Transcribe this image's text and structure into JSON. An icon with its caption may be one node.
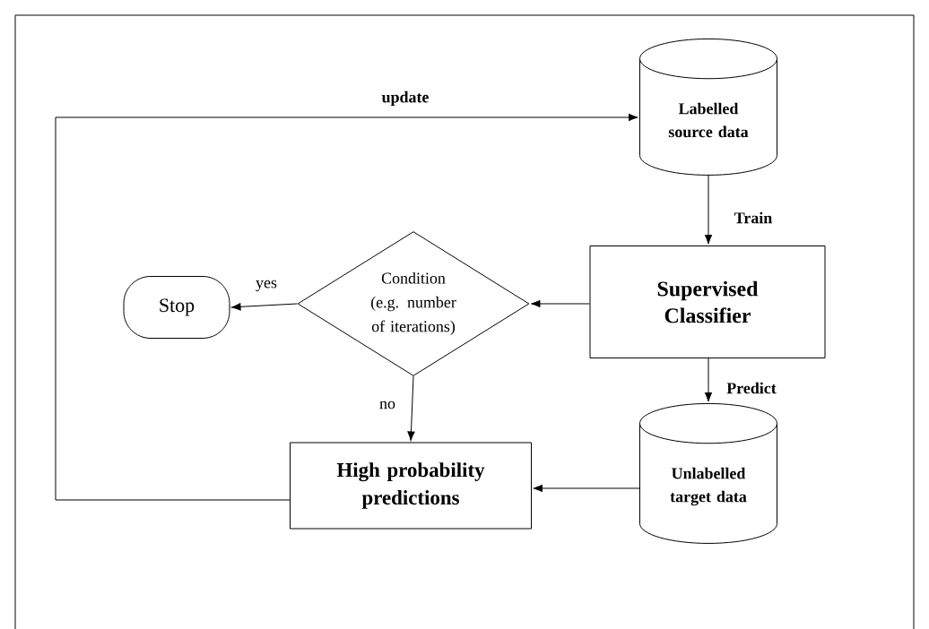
{
  "diagram": {
    "nodes": [
      {
        "text": [
          "Labelled source data"
        ]
      },
      {
        "text": [
          "Supervised Classifier"
        ]
      },
      {
        "text": [
          "Condition (e.g. number of iterations)"
        ]
      },
      {
        "text": [
          "Stop"
        ]
      },
      {
        "text": [
          "High probability predictions"
        ]
      },
      {
        "text": [
          "Unlabelled target data"
        ]
      }
    ],
    "edges": [
      {
        "from": 0,
        "to": 1,
        "arrow": "to",
        "label": "Train"
      },
      {
        "from": 1,
        "to": 2,
        "arrow": "to"
      },
      {
        "from": 2,
        "to": 3,
        "arrow": "to",
        "label": "yes"
      },
      {
        "from": 2,
        "to": 4,
        "arrow": "to",
        "label": "no"
      },
      {
        "from": 1,
        "to": 5,
        "arrow": "to",
        "label": "Predict"
      },
      {
        "from": 5,
        "to": 4,
        "arrow": "to"
      },
      {
        "from": 4,
        "to": 0,
        "arrow": "to",
        "label": "update"
      }
    ]
  }
}
